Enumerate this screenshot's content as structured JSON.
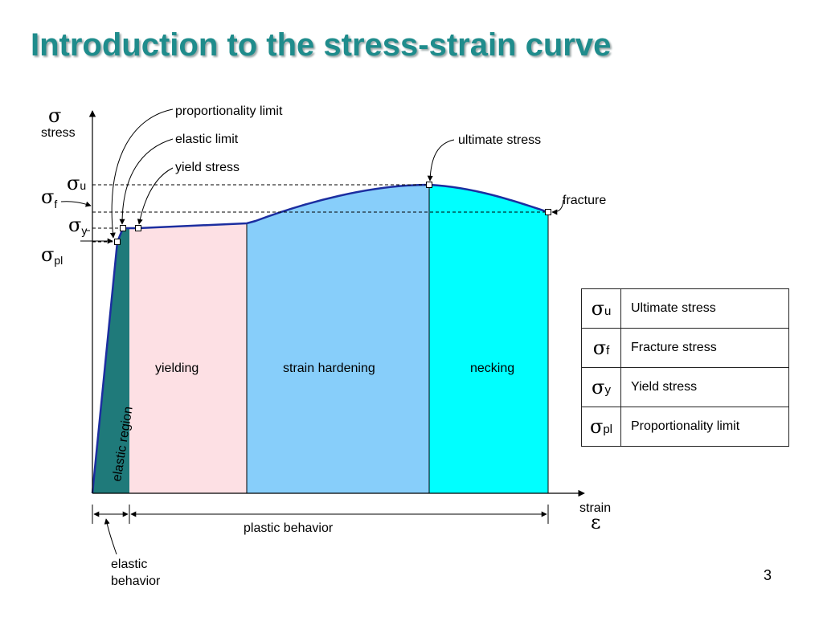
{
  "title": "Introduction to the stress-strain curve",
  "page_number": "3",
  "axes": {
    "y_symbol": "σ",
    "y_label": "stress",
    "x_label": "strain",
    "x_symbol": "ε"
  },
  "stress_symbols": {
    "u": {
      "base": "σ",
      "sub": "u"
    },
    "f": {
      "base": "σ",
      "sub": "f"
    },
    "y": {
      "base": "σ",
      "sub": "y"
    },
    "pl": {
      "base": "σ",
      "sub": "pl"
    }
  },
  "callouts": {
    "proportionality_limit": "proportionality limit",
    "elastic_limit": "elastic limit",
    "yield_stress": "yield stress",
    "ultimate_stress": "ultimate stress",
    "fracture": "fracture"
  },
  "regions": {
    "elastic": "elastic region",
    "yielding": "yielding",
    "strain_hardening": "strain hardening",
    "necking": "necking"
  },
  "behavior": {
    "plastic": "plastic behavior",
    "elastic_line1": "elastic",
    "elastic_line2": "behavior"
  },
  "legend": [
    {
      "symbol": "σ",
      "sub": "u",
      "label": "Ultimate stress"
    },
    {
      "symbol": "σ",
      "sub": "f",
      "label": "Fracture stress"
    },
    {
      "symbol": "σ",
      "sub": "y",
      "label": "Yield stress"
    },
    {
      "symbol": "σ",
      "sub": "pl",
      "label": "Proportionality limit"
    }
  ],
  "colors": {
    "title": "#1f8c8c",
    "elastic_region": "#1f7a7a",
    "yielding": "#fde0e4",
    "strain_hardening": "#87cefa",
    "necking": "#00ffff",
    "curve": "#1c2ea0"
  }
}
